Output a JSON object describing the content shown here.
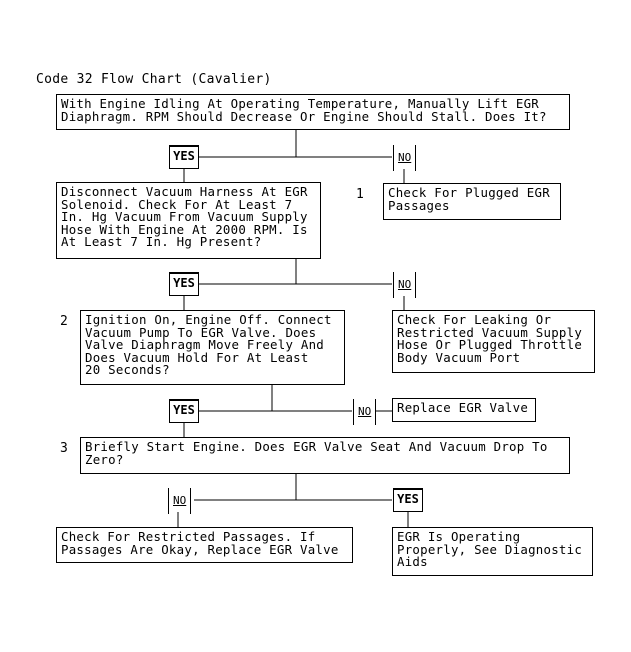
{
  "title": "Code 32 Flow Chart (Cavalier)",
  "steps": {
    "s0": "With Engine Idling At Operating Temperature, Manually Lift EGR\nDiaphragm. RPM Should Decrease Or Engine Should Stall. Does It?",
    "s1": "Disconnect Vacuum Harness At EGR\nSolenoid. Check For At Least 7\nIn. Hg Vacuum From Vacuum Supply\nHose With Engine At 2000 RPM. Is\nAt Least 7 In. Hg Present?",
    "s1_no": "Check For Plugged EGR\nPassages",
    "s2": "Ignition On, Engine Off. Connect\nVacuum Pump To EGR Valve. Does\nValve Diaphragm Move Freely And\nDoes Vacuum Hold For At Least\n20 Seconds?",
    "s2_no": "Check For Leaking Or\nRestricted Vacuum Supply\nHose Or Plugged Throttle\nBody Vacuum Port",
    "s2b_no": "Replace EGR Valve",
    "s3": "Briefly Start Engine. Does EGR Valve Seat And Vacuum Drop To\nZero?",
    "s3_no": "Check For Restricted Passages. If\nPassages Are Okay, Replace EGR Valve",
    "s3_yes": "EGR Is Operating\nProperly, See Diagnostic\nAids"
  },
  "numbers": {
    "n1": "1",
    "n2": "2",
    "n3": "3"
  },
  "labels": {
    "yes": "YES",
    "no": "NO"
  }
}
